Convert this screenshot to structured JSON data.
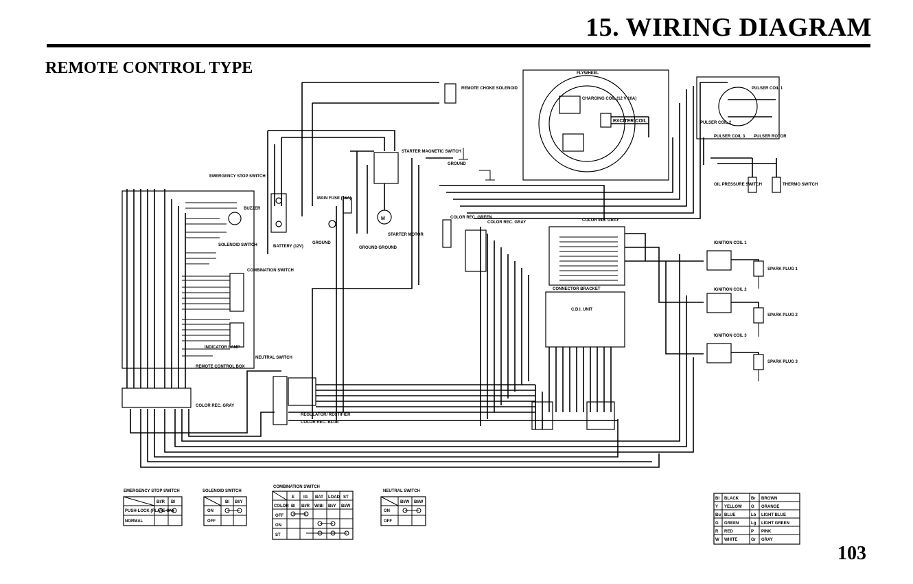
{
  "header": {
    "title": "15. WIRING DIAGRAM",
    "subtitle": "REMOTE CONTROL TYPE",
    "page_number": "103"
  },
  "labels": {
    "remote_choke_solenoid": "REMOTE CHOKE SOLENOID",
    "flywheel": "FLYWHEEL",
    "charging_coil": "CHARGING COIL (12 V 10A)",
    "exciter_coil": "EXCITER COIL",
    "pulser_coil_1": "PULSER COIL 1",
    "pulser_coil_2": "PULSER COIL 2",
    "pulser_coil_3": "PULSER COIL 3",
    "pulser_rotor": "PULSER ROTOR",
    "starter_magnetic_switch": "STARTER MAGNETIC SWITCH",
    "ground": "GROUND",
    "emergency_stop_switch": "EMERGENCY STOP SWITCH",
    "buzzer": "BUZZER",
    "main_fuse": "MAIN FUSE (15A)",
    "battery": "BATTERY (12V)",
    "ground2": "GROUND",
    "solenoid_switch": "SOLENOID SWITCH",
    "starter_motor": "STARTER MOTOR",
    "ground_ground": "GROUND  GROUND",
    "color_rec_green": "COLOR REC. GREEN",
    "color_rec_gray": "COLOR REC. GRAY",
    "color_ind_gray": "COLOR IND. GRAY",
    "oil_pressure_switch": "OIL PRESSURE SWITCH",
    "thermo_switch": "THERMO SWITCH",
    "combination_switch": "COMBINATION SWITCH",
    "ignition_coil_1": "IGNITION COIL 1",
    "ignition_coil_2": "IGNITION COIL 2",
    "ignition_coil_3": "IGNITION COIL 3",
    "spark_plug_1": "SPARK PLUG 1",
    "spark_plug_2": "SPARK PLUG 2",
    "spark_plug_3": "SPARK PLUG 3",
    "connector_bracket": "CONNECTOR BRACKET",
    "cdi_unit": "C.D.I. UNIT",
    "indicator_lamp": "INDICATOR LAMP",
    "neutral_switch": "NEUTRAL SWITCH",
    "remote_control_box": "REMOTE CONTROL BOX",
    "color_rec_gray2": "COLOR REC. GRAY",
    "regulator_rectifier": "REGULATOR/ RECTIFIER",
    "color_rec_blue": "COLOR REC. BLUE"
  },
  "tables": {
    "emergency": {
      "title": "EMERGENCY STOP SWITCH",
      "headers": [
        "",
        "Bl/R",
        "Bl"
      ],
      "rows": [
        [
          "PUSH-LOCK (PLATE ON)",
          "",
          ""
        ],
        [
          "NORMAL",
          "",
          ""
        ]
      ]
    },
    "solenoid": {
      "title": "SOLENOID SWITCH",
      "headers": [
        "",
        "Bl",
        "Bl/Y"
      ],
      "rows": [
        [
          "ON",
          "",
          ""
        ],
        [
          "OFF",
          "",
          ""
        ]
      ]
    },
    "combination": {
      "title": "COMBINATION SWITCH",
      "headers": [
        "",
        "E",
        "IG",
        "BAT",
        "LOAD",
        "ST"
      ],
      "subheaders": [
        "COLOR",
        "Bl",
        "Bl/R",
        "W/Bl",
        "Bl/Y",
        "Bl/W"
      ],
      "rows": [
        [
          "OFF"
        ],
        [
          "ON"
        ],
        [
          "ST"
        ]
      ]
    },
    "neutral": {
      "title": "NEUTRAL SWITCH",
      "headers": [
        "",
        "Bl/W",
        "Bl/W"
      ],
      "rows": [
        [
          "ON",
          "",
          ""
        ],
        [
          "OFF",
          "",
          ""
        ]
      ]
    }
  },
  "legend": [
    {
      "code": "Bl",
      "name": "BLACK"
    },
    {
      "code": "Br",
      "name": "BROWN"
    },
    {
      "code": "Y",
      "name": "YELLOW"
    },
    {
      "code": "O",
      "name": "ORANGE"
    },
    {
      "code": "Bu",
      "name": "BLUE"
    },
    {
      "code": "Lb",
      "name": "LIGHT BLUE"
    },
    {
      "code": "G",
      "name": "GREEN"
    },
    {
      "code": "Lg",
      "name": "LIGHT GREEN"
    },
    {
      "code": "R",
      "name": "RED"
    },
    {
      "code": "P",
      "name": "PINK"
    },
    {
      "code": "W",
      "name": "WHITE"
    },
    {
      "code": "Gr",
      "name": "GRAY"
    }
  ]
}
